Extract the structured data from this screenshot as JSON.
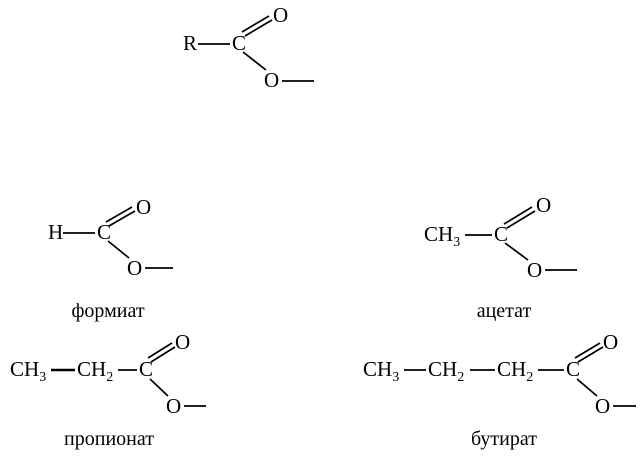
{
  "general": {
    "r_label": "R",
    "c_label": "C",
    "o_dbl_label": "O",
    "o_single_label": "O"
  },
  "formate": {
    "h_label": "H",
    "c_label": "C",
    "o_dbl_label": "O",
    "o_single_label": "O",
    "name": "формиат"
  },
  "acetate": {
    "ch3_main": "CH",
    "ch3_sub": "3",
    "c_label": "C",
    "o_dbl_label": "O",
    "o_single_label": "O",
    "name": "ацетат"
  },
  "propionate": {
    "ch3_main": "CH",
    "ch3_sub": "3",
    "ch2_main": "CH",
    "ch2_sub": "2",
    "c_label": "C",
    "o_dbl_label": "O",
    "o_single_label": "O",
    "name": "пропионат"
  },
  "butyrate": {
    "ch3_main": "CH",
    "ch3_sub": "3",
    "ch2a_main": "CH",
    "ch2a_sub": "2",
    "ch2b_main": "CH",
    "ch2b_sub": "2",
    "c_label": "C",
    "o_dbl_label": "O",
    "o_single_label": "O",
    "name": "бутират"
  }
}
